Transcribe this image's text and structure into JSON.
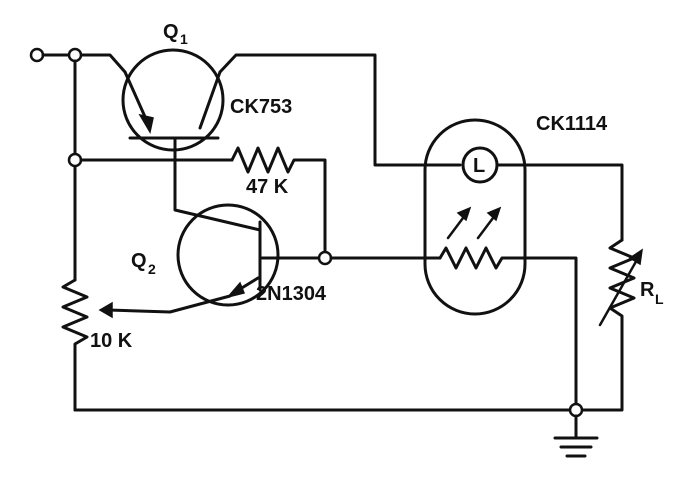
{
  "labels": {
    "q1": "Q",
    "q1_sub": "1",
    "q1_part": "CK753",
    "q2": "Q",
    "q2_sub": "2",
    "q2_part": "2N1304",
    "r_feedback": "47 K",
    "r_pot": "10 K",
    "photocell": "CK1114",
    "lamp": "L",
    "load": "R",
    "load_sub": "L"
  }
}
